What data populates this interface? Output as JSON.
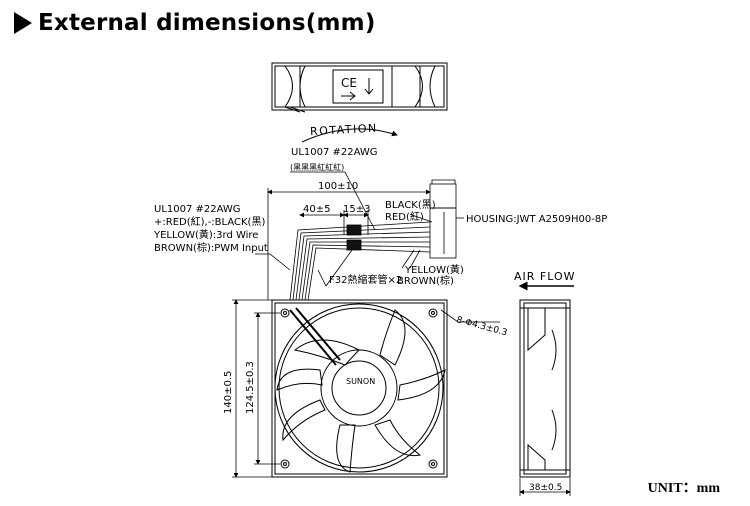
{
  "heading": {
    "title": "External dimensions(mm)"
  },
  "top_view": {
    "ce_mark": "CE"
  },
  "labels": {
    "rotation": "ROTATION",
    "wire_spec_a": "UL1007  #22AWG",
    "wire_spec_a_sub": "(黑黑黑紅紅紅)",
    "cable_length": "100±10",
    "black": "BLACK(黑)",
    "red": "RED(紅)",
    "housing": "HOUSING:JWT  A2509H00-8P",
    "wire_spec_b": "UL1007  #22AWG",
    "wire_line_1": "+:RED(紅),-:BLACK(黑)",
    "wire_line_2": "YELLOW(黃):3rd  Wire",
    "wire_line_3": "BROWN(棕):PWM  Input",
    "dim_40": "40±5",
    "dim_15": "15±3",
    "sleeve": "F32熱縮套管×2",
    "yellow": "YELLOW(黃)",
    "brown": "BROWN(棕)",
    "air_flow": "AIR  FLOW",
    "holes": "8-Φ4.3±0.3",
    "dim_140": "140±0.5",
    "dim_124": "124.5±0.3",
    "hub_brand": "SUNON",
    "depth": "38±0.5"
  },
  "unit_label": "UNIT：mm"
}
